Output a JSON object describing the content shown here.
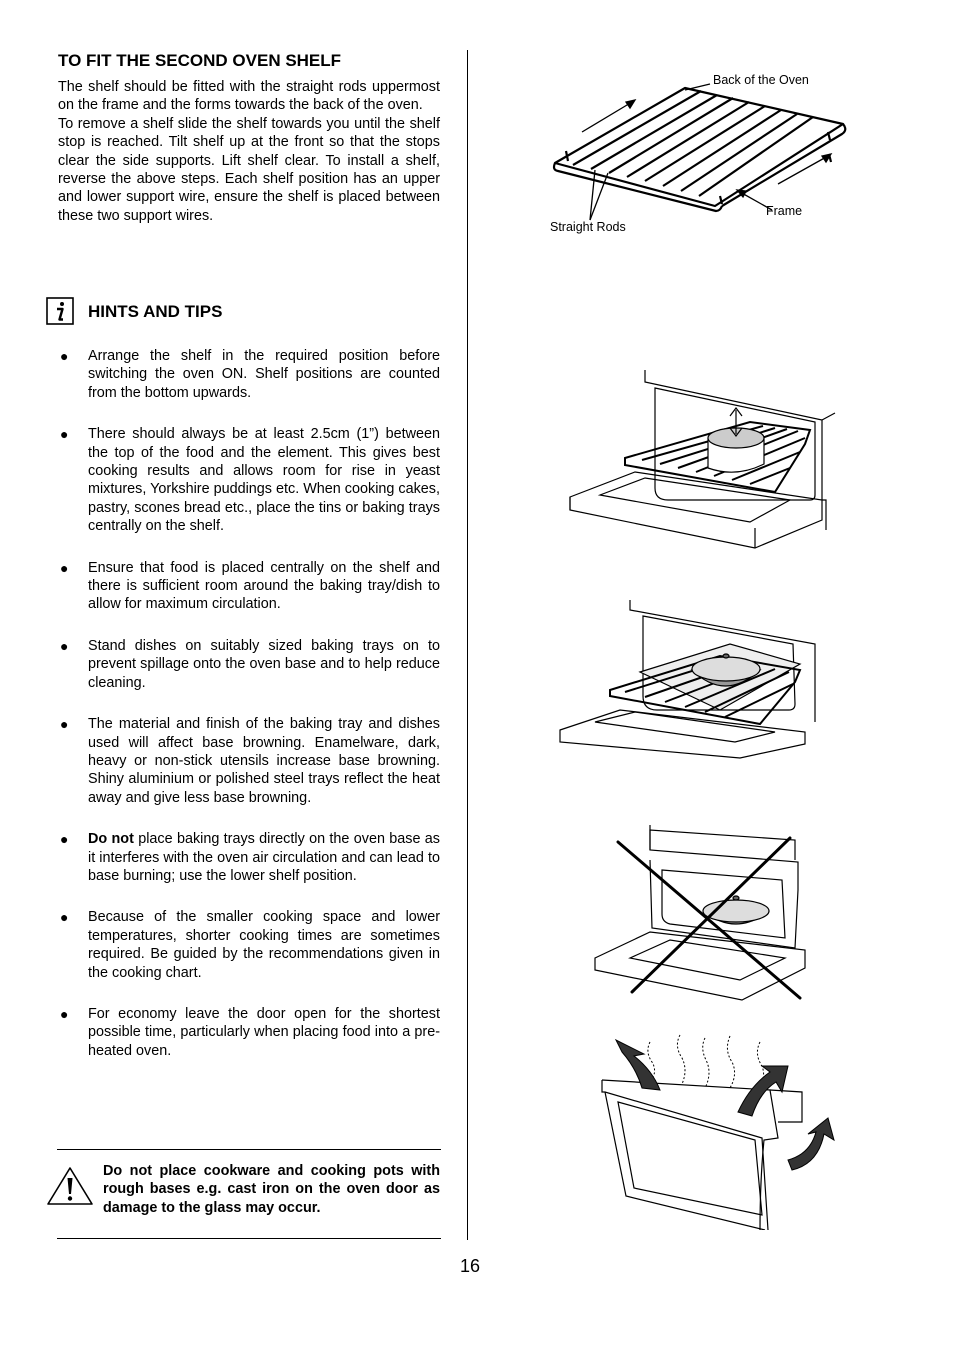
{
  "section1": {
    "title": "TO FIT THE SECOND OVEN SHELF",
    "para1": "The shelf should be fitted with the straight rods uppermost on the frame and the forms towards the back of the oven.",
    "para2": "To remove a shelf slide the shelf towards you until the shelf stop is reached.  Tilt shelf up at the front so that the stops clear the side supports.  Lift shelf clear. To install a shelf, reverse the above steps.  Each shelf position has an upper and lower support wire, ensure the shelf is placed between these two support wires."
  },
  "hints": {
    "title": "HINTS AND TIPS",
    "icon": "info-icon",
    "items": [
      "Arrange the shelf in the required position before switching the oven ON.  Shelf positions are counted from the bottom upwards.",
      "There should always be at least 2.5cm (1”) between the top of the food and the element. This gives best cooking results and allows room for rise in yeast mixtures, Yorkshire puddings etc. When cooking cakes, pastry, scones bread etc., place the tins or baking trays centrally on the shelf.",
      "Ensure that food is placed centrally on the shelf and there is sufficient room around the baking tray/dish to allow for maximum circulation.",
      "Stand dishes on suitably sized baking trays on to prevent spillage onto the oven base and to help reduce cleaning.",
      "The material and finish of the baking tray and dishes used will affect base browning. Enamelware, dark, heavy or non-stick utensils increase base browning. Shiny aluminium or polished steel trays reflect the heat away and give less base browning.",
      "Because of the smaller cooking space and lower temperatures, shorter cooking times are sometimes required.  Be guided by the recommendations given in the cooking chart.",
      "For economy leave the door open for the shortest possible time, particularly when placing food into a pre-heated oven."
    ],
    "donot_bold": "Do not",
    "donot_rest": " place baking trays directly on the oven base as it interferes with the oven air circulation and can lead to base burning; use the lower shelf position."
  },
  "warning": {
    "icon": "warning-triangle-icon",
    "text": "Do not place cookware and cooking pots with rough bases e.g. cast iron on the oven door as damage to the glass may occur."
  },
  "diagram_labels": {
    "back": "Back of the Oven",
    "frame": "Frame",
    "rods": "Straight Rods"
  },
  "page_number": "16"
}
